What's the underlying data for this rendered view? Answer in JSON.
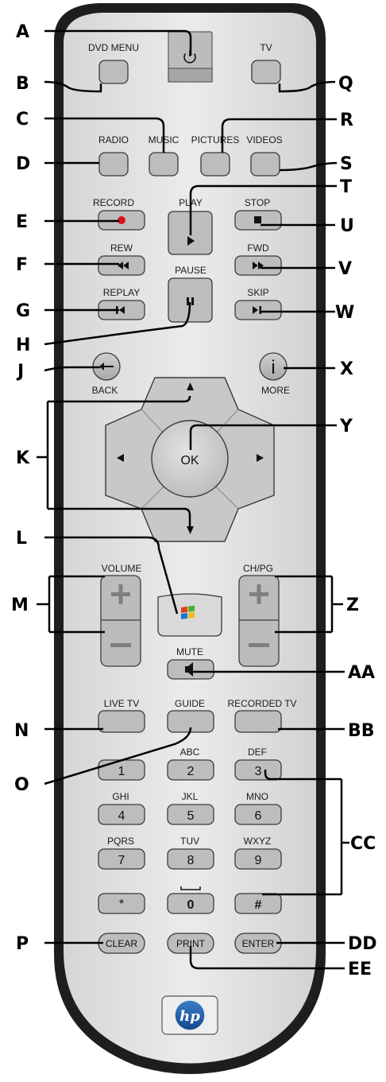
{
  "labels": {
    "dvd_menu": "DVD MENU",
    "tv": "TV",
    "radio": "RADIO",
    "music": "MUSIC",
    "pictures": "PICTURES",
    "videos": "VIDEOS",
    "record": "RECORD",
    "play": "PLAY",
    "stop": "STOP",
    "rew": "REW",
    "fwd": "FWD",
    "pause": "PAUSE",
    "replay": "REPLAY",
    "skip": "SKIP",
    "back": "BACK",
    "more": "MORE",
    "ok": "OK",
    "more_glyph": "i",
    "volume": "VOLUME",
    "chpg": "CH/PG",
    "mute": "MUTE",
    "live_tv": "LIVE TV",
    "guide": "GUIDE",
    "recorded_tv": "RECORDED TV",
    "abc": "ABC",
    "def": "DEF",
    "ghi": "GHI",
    "jkl": "JKL",
    "mno": "MNO",
    "pqrs": "PQRS",
    "tuv": "TUV",
    "wxyz": "WXYZ",
    "clear": "CLEAR",
    "print": "PRINT",
    "enter": "ENTER",
    "hp_logo": "hp"
  },
  "keys": {
    "k1": "1",
    "k2": "2",
    "k3": "3",
    "k4": "4",
    "k5": "5",
    "k6": "6",
    "k7": "7",
    "k8": "8",
    "k9": "9",
    "star": "*",
    "k0": "0",
    "hash": "#"
  },
  "callouts": {
    "A": "A",
    "B": "B",
    "C": "C",
    "D": "D",
    "E": "E",
    "F": "F",
    "G": "G",
    "H": "H",
    "J": "J",
    "K": "K",
    "L": "L",
    "M": "M",
    "N": "N",
    "O": "O",
    "P": "P",
    "Q": "Q",
    "R": "R",
    "S": "S",
    "T": "T",
    "U": "U",
    "V": "V",
    "W": "W",
    "X": "X",
    "Y": "Y",
    "Z": "Z",
    "AA": "AA",
    "BB": "BB",
    "CC": "CC",
    "DD": "DD",
    "EE": "EE"
  },
  "colors": {
    "body": "#e2e2e2",
    "shell": "#1e1e1e",
    "button": "#bdbdbd",
    "record_dot": "#d8121f",
    "hp_blue": "#1c5aa6"
  }
}
